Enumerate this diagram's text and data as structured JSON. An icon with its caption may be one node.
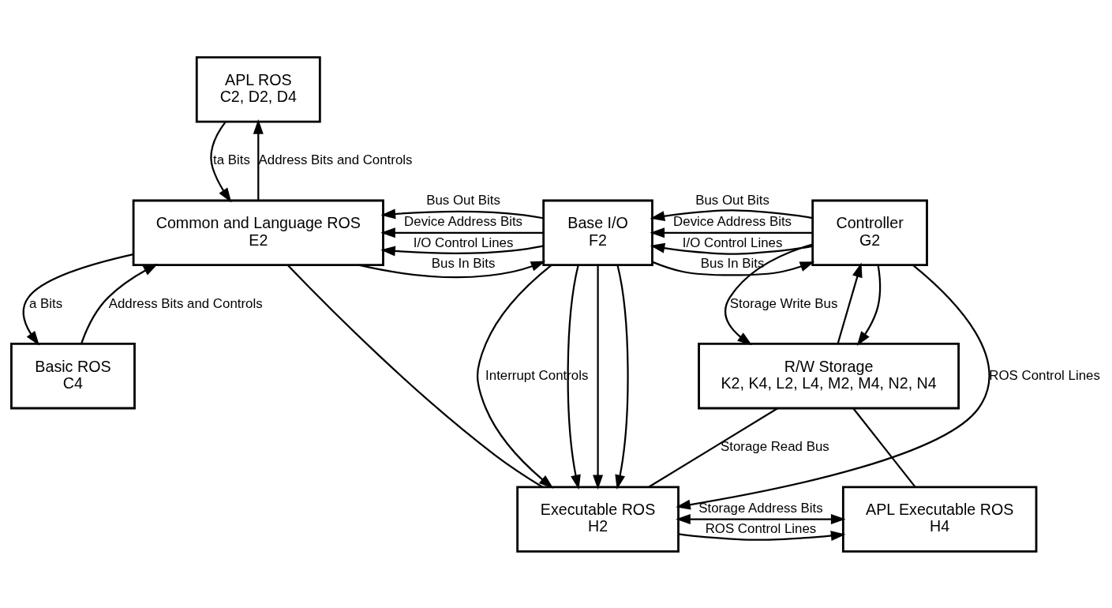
{
  "diagram": {
    "nodes": [
      {
        "text": [
          "APL ROS",
          "C2, D2, D4"
        ]
      },
      {
        "text": [
          "Executable ROS",
          "H2"
        ]
      },
      {
        "text": [
          "APL Executable ROS",
          "H4"
        ]
      },
      {
        "text": [
          "Common and Language ROS",
          "E2"
        ]
      },
      {
        "text": [
          "Base I/O",
          "F2"
        ]
      },
      {
        "text": [
          "R/W Storage",
          "K2, K4, L2, L4, M2, M4, N2, N4"
        ]
      },
      {
        "text": [
          "Controller",
          "G2"
        ]
      },
      {
        "text": [
          "Basic ROS",
          "C4"
        ]
      }
    ],
    "edges": [
      {
        "from": 0,
        "to": 3,
        "arrow": "to",
        "label": "ta Bits"
      },
      {
        "from": 3,
        "to": 0,
        "arrow": "to",
        "label": "Address Bits and Controls"
      },
      {
        "from": 3,
        "to": 7,
        "arrow": "to",
        "label": "a Bits"
      },
      {
        "from": 7,
        "to": 3,
        "arrow": "to",
        "label": "Address Bits and Controls"
      },
      {
        "from": 4,
        "to": 3,
        "arrow": "to",
        "label": "I/O Control Lines"
      },
      {
        "from": 4,
        "to": 1,
        "arrow": "to"
      },
      {
        "from": 3,
        "to": 4,
        "arrow": "to",
        "label": "Bus In Bits"
      },
      {
        "from": 3,
        "to": 1,
        "arrow": "none"
      },
      {
        "from": 4,
        "to": 3,
        "arrow": "to",
        "label": "Bus Out Bits"
      },
      {
        "from": 4,
        "to": 1,
        "arrow": "to"
      },
      {
        "from": 4,
        "to": 3,
        "arrow": "to",
        "label": "Device Address Bits"
      },
      {
        "from": 4,
        "to": 1,
        "arrow": "to"
      },
      {
        "from": 4,
        "to": 1,
        "arrow": "to",
        "label": "Interrupt Controls"
      },
      {
        "from": 6,
        "to": 1,
        "arrow": "to",
        "label": "ROS Control Lines"
      },
      {
        "from": 6,
        "to": 5,
        "arrow": "to"
      },
      {
        "from": 6,
        "to": 4,
        "arrow": "to",
        "label": "I/O Control Lines"
      },
      {
        "from": 4,
        "to": 6,
        "arrow": "to",
        "label": "Bus In Bits"
      },
      {
        "from": 6,
        "to": 4,
        "arrow": "to",
        "label": "Bus Out Bits"
      },
      {
        "from": 6,
        "to": 4,
        "arrow": "to",
        "label": "Device Address Bits"
      },
      {
        "from": 1,
        "to": 2,
        "arrow": "to",
        "label": "ROS Control Lines"
      },
      {
        "from": 5,
        "to": 1,
        "arrow": "none",
        "label": "Storage Read Bus"
      },
      {
        "from": 5,
        "to": 2,
        "arrow": "none"
      },
      {
        "from": 5,
        "to": 6,
        "arrow": "to"
      },
      {
        "from": 1,
        "to": 2,
        "arrow": "both",
        "label": "Storage Address Bits"
      },
      {
        "from": 6,
        "to": 5,
        "arrow": "to",
        "label": "Storage Write Bus"
      }
    ]
  }
}
